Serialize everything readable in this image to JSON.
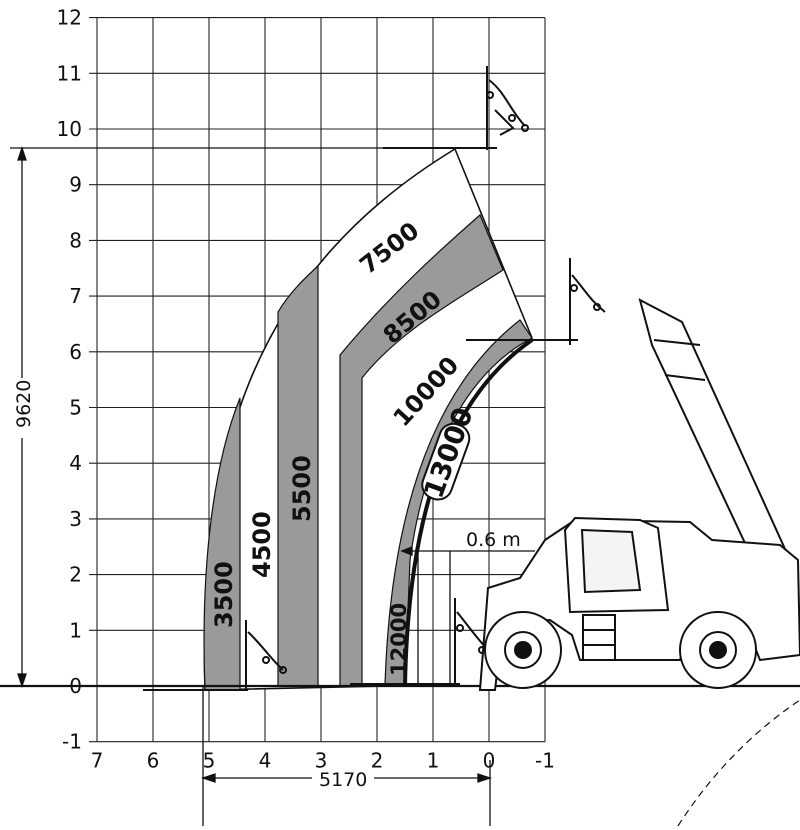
{
  "chart_data": {
    "type": "load-chart",
    "x_ticks": [
      "7",
      "6",
      "5",
      "4",
      "3",
      "2",
      "1",
      "0",
      "-1"
    ],
    "y_ticks": [
      "12",
      "11",
      "10",
      "9",
      "8",
      "7",
      "6",
      "5",
      "4",
      "3",
      "2",
      "1",
      "0",
      "-1"
    ],
    "xlim": [
      7,
      -1
    ],
    "ylim": [
      -1,
      12
    ],
    "zones": [
      {
        "load": "3500",
        "shade": "#9a9a9a"
      },
      {
        "load": "4500",
        "shade": "#ffffff"
      },
      {
        "load": "5500",
        "shade": "#9a9a9a"
      },
      {
        "load": "7500",
        "shade": "#ffffff"
      },
      {
        "load": "8500",
        "shade": "#9a9a9a"
      },
      {
        "load": "10000",
        "shade": "#ffffff"
      },
      {
        "load": "12000",
        "shade": "#9a9a9a"
      },
      {
        "load": "13000",
        "shade": "#ffffff"
      }
    ],
    "dimensions": {
      "max_height": "9620",
      "max_reach": "5170",
      "offset": "0.6 m"
    },
    "colors": {
      "grid": "#222222",
      "dark_band": "#9a9a9a",
      "outline": "#111111"
    }
  }
}
